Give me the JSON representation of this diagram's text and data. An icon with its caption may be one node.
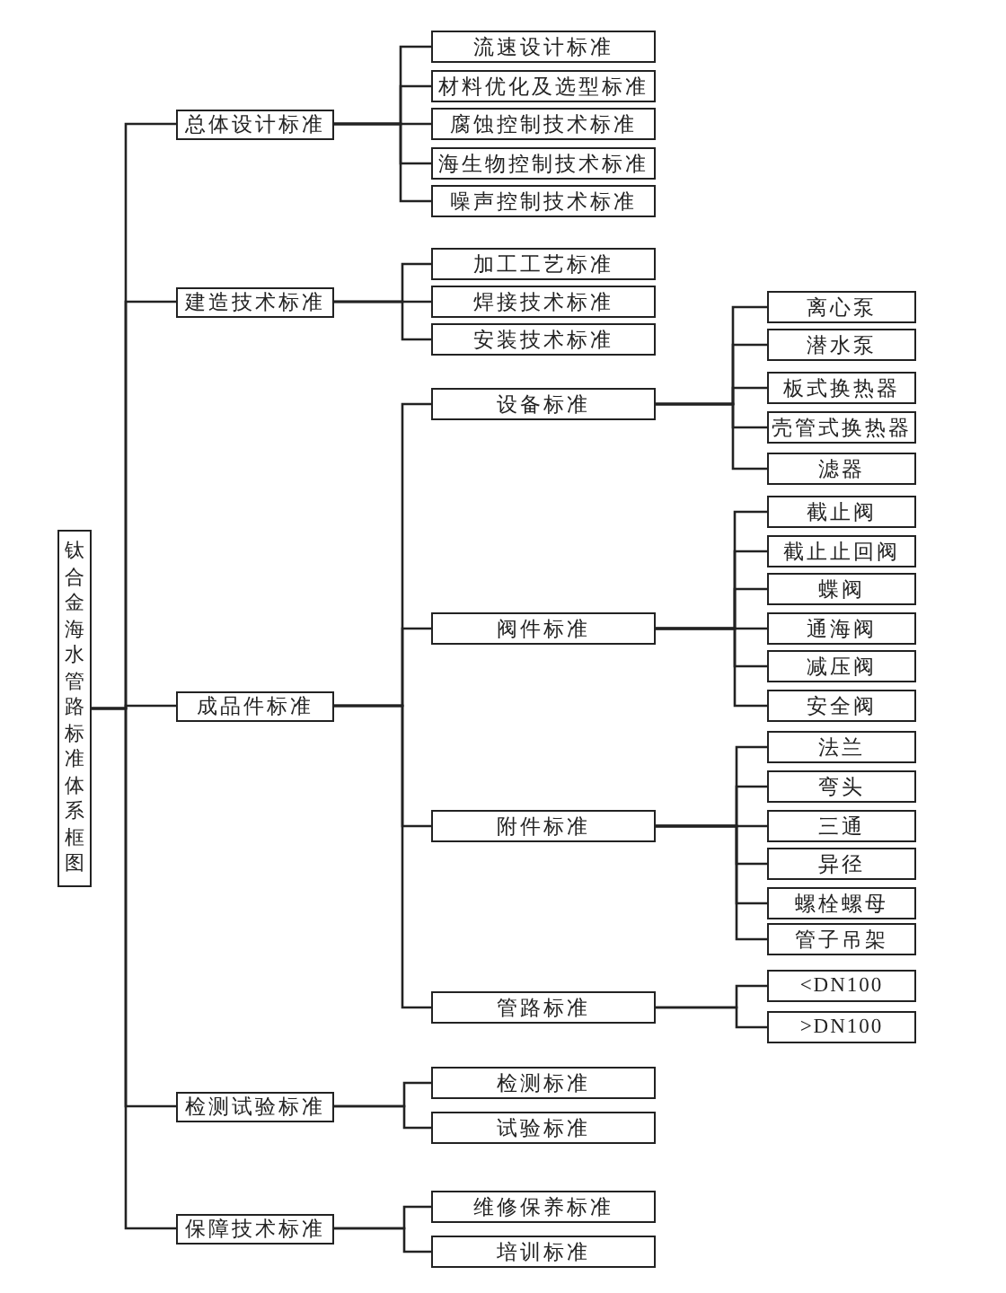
{
  "diagram": {
    "nodes": [
      {
        "text": [
          "钛合金海水管路标准体系框图"
        ]
      },
      {
        "text": [
          "总体设计标准"
        ]
      },
      {
        "text": [
          "流速设计标准"
        ]
      },
      {
        "text": [
          "材料优化及选型标准"
        ]
      },
      {
        "text": [
          "腐蚀控制技术标准"
        ]
      },
      {
        "text": [
          "海生物控制技术标准"
        ]
      },
      {
        "text": [
          "噪声控制技术标准"
        ]
      },
      {
        "text": [
          "建造技术标准"
        ]
      },
      {
        "text": [
          "加工工艺标准"
        ]
      },
      {
        "text": [
          "焊接技术标准"
        ]
      },
      {
        "text": [
          "安装技术标准"
        ]
      },
      {
        "text": [
          "成品件标准"
        ]
      },
      {
        "text": [
          "设备标准"
        ]
      },
      {
        "text": [
          "离心泵"
        ]
      },
      {
        "text": [
          "潜水泵"
        ]
      },
      {
        "text": [
          "板式换热器"
        ]
      },
      {
        "text": [
          "壳管式换热器"
        ]
      },
      {
        "text": [
          "滤器"
        ]
      },
      {
        "text": [
          "阀件标准"
        ]
      },
      {
        "text": [
          "截止阀"
        ]
      },
      {
        "text": [
          "截止止回阀"
        ]
      },
      {
        "text": [
          "蝶阀"
        ]
      },
      {
        "text": [
          "通海阀"
        ]
      },
      {
        "text": [
          "减压阀"
        ]
      },
      {
        "text": [
          "安全阀"
        ]
      },
      {
        "text": [
          "附件标准"
        ]
      },
      {
        "text": [
          "法兰"
        ]
      },
      {
        "text": [
          "弯头"
        ]
      },
      {
        "text": [
          "三通"
        ]
      },
      {
        "text": [
          "异径"
        ]
      },
      {
        "text": [
          "螺栓螺母"
        ]
      },
      {
        "text": [
          "管子吊架"
        ]
      },
      {
        "text": [
          "管路标准"
        ]
      },
      {
        "text": [
          "<DN100"
        ]
      },
      {
        "text": [
          ">DN100"
        ]
      },
      {
        "text": [
          "检测试验标准"
        ]
      },
      {
        "text": [
          "检测标准"
        ]
      },
      {
        "text": [
          "试验标准"
        ]
      },
      {
        "text": [
          "保障技术标准"
        ]
      },
      {
        "text": [
          "维修保养标准"
        ]
      },
      {
        "text": [
          "培训标准"
        ]
      }
    ],
    "edges": [
      {
        "from": 0,
        "to": 1,
        "arrow": "none"
      },
      {
        "from": 0,
        "to": 7,
        "arrow": "none"
      },
      {
        "from": 0,
        "to": 11,
        "arrow": "none"
      },
      {
        "from": 0,
        "to": 35,
        "arrow": "none"
      },
      {
        "from": 0,
        "to": 38,
        "arrow": "none"
      },
      {
        "from": 1,
        "to": 2,
        "arrow": "none"
      },
      {
        "from": 1,
        "to": 3,
        "arrow": "none"
      },
      {
        "from": 1,
        "to": 4,
        "arrow": "none"
      },
      {
        "from": 1,
        "to": 5,
        "arrow": "none"
      },
      {
        "from": 1,
        "to": 6,
        "arrow": "none"
      },
      {
        "from": 7,
        "to": 8,
        "arrow": "none"
      },
      {
        "from": 7,
        "to": 9,
        "arrow": "none"
      },
      {
        "from": 7,
        "to": 10,
        "arrow": "none"
      },
      {
        "from": 11,
        "to": 12,
        "arrow": "none"
      },
      {
        "from": 11,
        "to": 18,
        "arrow": "none"
      },
      {
        "from": 11,
        "to": 25,
        "arrow": "none"
      },
      {
        "from": 11,
        "to": 32,
        "arrow": "none"
      },
      {
        "from": 12,
        "to": 13,
        "arrow": "none"
      },
      {
        "from": 12,
        "to": 14,
        "arrow": "none"
      },
      {
        "from": 12,
        "to": 15,
        "arrow": "none"
      },
      {
        "from": 12,
        "to": 16,
        "arrow": "none"
      },
      {
        "from": 12,
        "to": 17,
        "arrow": "none"
      },
      {
        "from": 18,
        "to": 19,
        "arrow": "none"
      },
      {
        "from": 18,
        "to": 20,
        "arrow": "none"
      },
      {
        "from": 18,
        "to": 21,
        "arrow": "none"
      },
      {
        "from": 18,
        "to": 22,
        "arrow": "none"
      },
      {
        "from": 18,
        "to": 23,
        "arrow": "none"
      },
      {
        "from": 18,
        "to": 24,
        "arrow": "none"
      },
      {
        "from": 25,
        "to": 26,
        "arrow": "none"
      },
      {
        "from": 25,
        "to": 27,
        "arrow": "none"
      },
      {
        "from": 25,
        "to": 28,
        "arrow": "none"
      },
      {
        "from": 25,
        "to": 29,
        "arrow": "none"
      },
      {
        "from": 25,
        "to": 30,
        "arrow": "none"
      },
      {
        "from": 25,
        "to": 31,
        "arrow": "none"
      },
      {
        "from": 32,
        "to": 33,
        "arrow": "none"
      },
      {
        "from": 32,
        "to": 34,
        "arrow": "none"
      },
      {
        "from": 35,
        "to": 36,
        "arrow": "none"
      },
      {
        "from": 35,
        "to": 37,
        "arrow": "none"
      },
      {
        "from": 38,
        "to": 39,
        "arrow": "none"
      },
      {
        "from": 38,
        "to": 40,
        "arrow": "none"
      }
    ]
  }
}
